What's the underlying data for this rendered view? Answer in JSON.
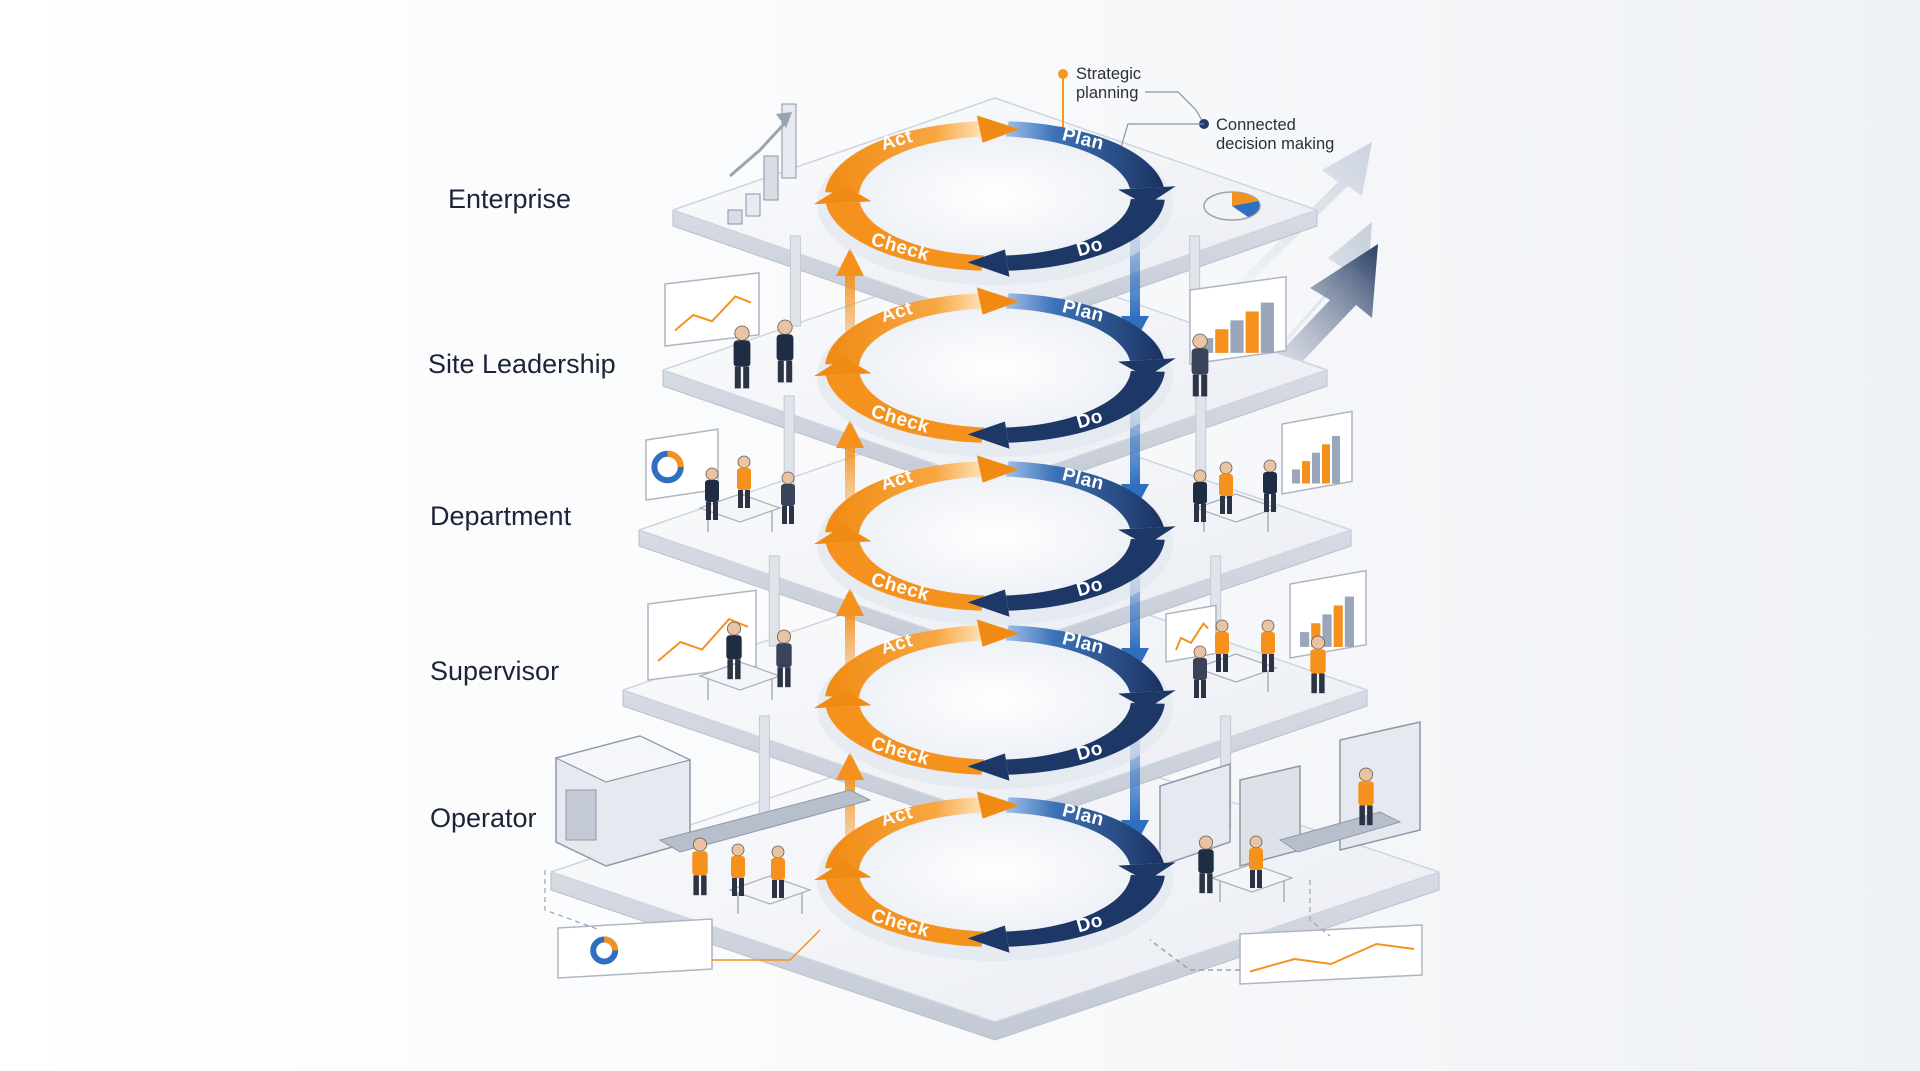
{
  "levels": [
    {
      "id": "enterprise",
      "label": "Enterprise"
    },
    {
      "id": "site-leadership",
      "label": "Site Leadership"
    },
    {
      "id": "department",
      "label": "Department"
    },
    {
      "id": "supervisor",
      "label": "Supervisor"
    },
    {
      "id": "operator",
      "label": "Operator"
    }
  ],
  "cycle": {
    "plan": "Plan",
    "do": "Do",
    "check": "Check",
    "act": "Act"
  },
  "callouts": {
    "strategic": {
      "line1": "Strategic",
      "line2": "planning",
      "dot_color": "#f29a1f"
    },
    "connected": {
      "line1": "Connected",
      "line2": "decision making",
      "dot_color": "#1f3a6b"
    }
  },
  "colors": {
    "orange": "#f5921e",
    "navy": "#1d3766",
    "blue": "#2f6fc0",
    "platform": "#f1f3f7"
  }
}
